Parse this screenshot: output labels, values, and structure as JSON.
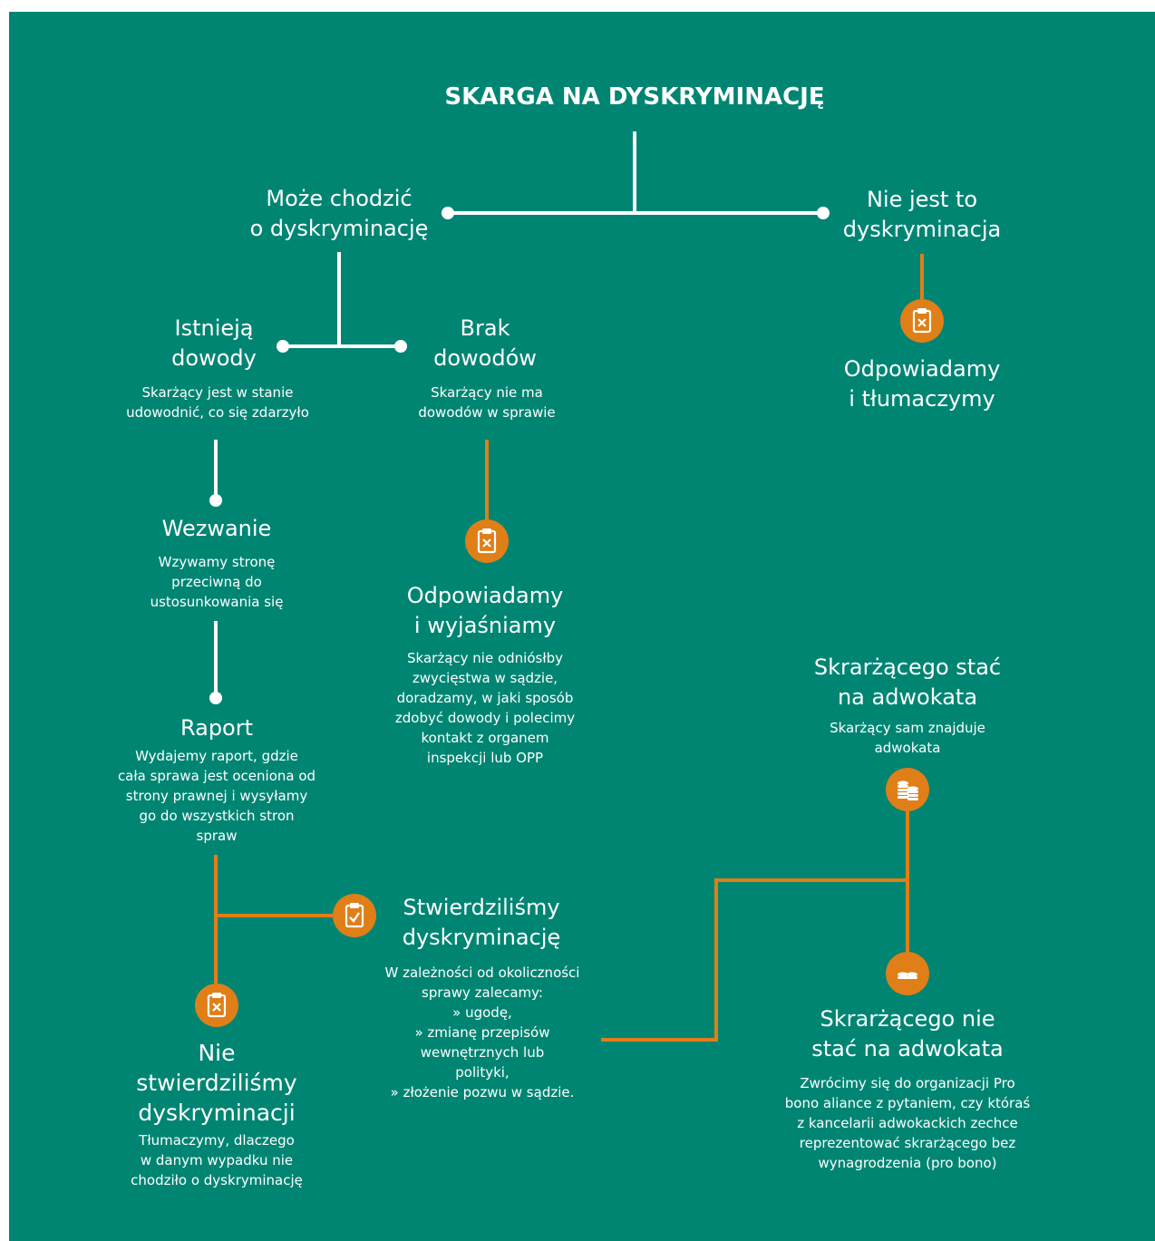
{
  "title": "SKARGA NA DYSKRYMINACJĘ",
  "nodes": {
    "moze": "Może chodzić\no dyskryminację",
    "nie_jest": "Nie jest to\ndyskryminacja",
    "istnieja": "Istnieją\ndowody",
    "istnieja_desc": "Skarżący jest w stanie\nudowodnić, co się zdarzyło",
    "brak": "Brak\ndowodów",
    "brak_desc": "Skarżący nie ma\ndowodów w sprawie",
    "odpowiadamy_tlumaczymy": "Odpowiadamy\ni tłumaczymy",
    "wezwanie": "Wezwanie",
    "wezwanie_desc": "Wzywamy stronę\nprzeciwną do\nustosunkowania się",
    "odpowiadamy_wyjasniamy": "Odpowiadamy\ni wyjaśniamy",
    "odpowiadamy_wyjasniamy_desc": "Skarżący nie odniósłby\nzwycięstwa w sądzie,\ndoradzamy, w jaki sposób\nzdobyć dowody i polecimy\nkontakt z organem\ninspekcji lub OPP",
    "raport": "Raport",
    "raport_desc": "Wydajemy raport, gdzie\ncała sprawa jest oceniona od\nstrony prawnej i wysyłamy\ngo do wszystkich stron\nspraw",
    "stac": "Skrarżącego stać\nna adwokata",
    "stac_desc": "Skarżący sam znajduje\nadwokata",
    "stwierdzilismy": "Stwierdziliśmy\ndyskryminację",
    "stwierdzilismy_desc": "W zależności od okoliczności\nsprawy zalecamy:\n» ugodę,\n» zmianę przepisów\nwewnętrznych lub\npolityki,\n» złożenie pozwu w sądzie.",
    "nie_stwierdzilismy": "Nie\nstwierdziliśmy\ndyskryminacji",
    "nie_stwierdzilismy_desc": "Tłumaczymy, dlaczego\nw danym wypadku nie\nchodziło o dyskryminację",
    "nie_stac": "Skrarżącego nie\nstać na adwokata",
    "nie_stac_desc": "Zwrócimy się do organizacji Pro\nbono aliance z pytaniem, czy któraś\nz kancelarii adwokackich zechce\nreprezentować skrarżącego bez\nwynagrodzenia (pro bono)"
  },
  "colors": {
    "background": "#008573",
    "line_white": "#ffffff",
    "line_orange": "#e07e18",
    "icon": "#e07e18"
  },
  "icons": {
    "rejected": "clipboard-x-icon",
    "approved": "clipboard-check-icon",
    "coins_many": "coins-stack-icon",
    "coins_few": "coins-icon"
  }
}
